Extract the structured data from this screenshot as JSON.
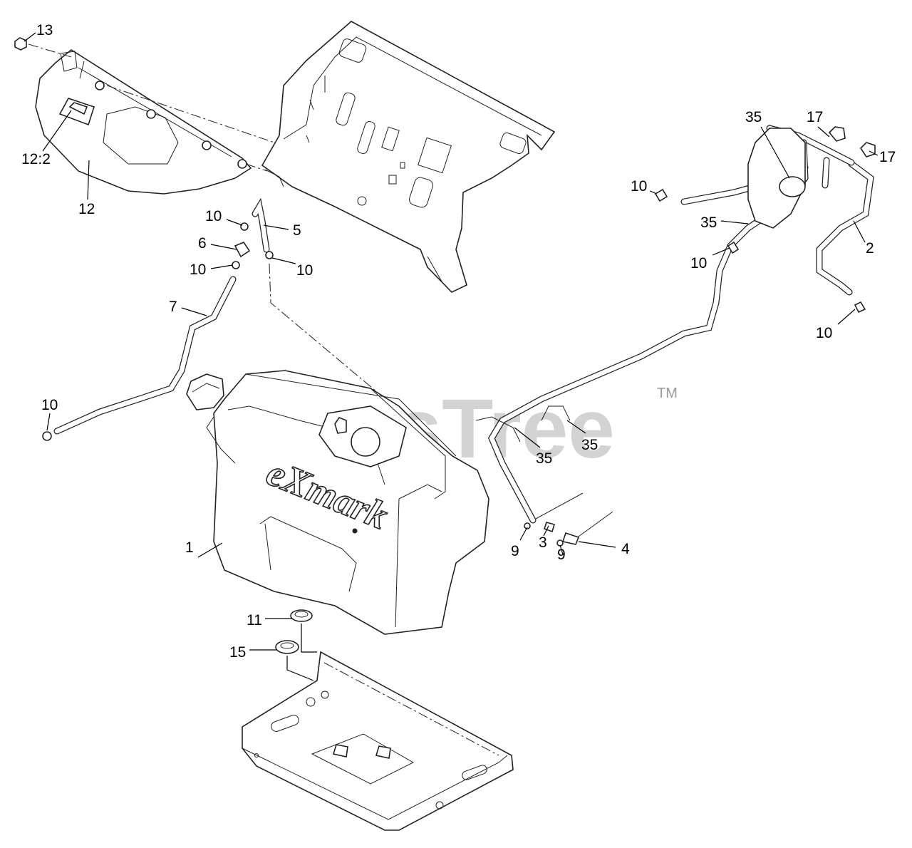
{
  "watermark": {
    "text": "PartsTree",
    "tm": "TM"
  },
  "brand_logo": "eXmark",
  "callouts": [
    {
      "id": "c13",
      "label": "13"
    },
    {
      "id": "c12-2",
      "label": "12:2"
    },
    {
      "id": "c12",
      "label": "12"
    },
    {
      "id": "c10a",
      "label": "10"
    },
    {
      "id": "c5",
      "label": "5"
    },
    {
      "id": "c6",
      "label": "6"
    },
    {
      "id": "c10b",
      "label": "10"
    },
    {
      "id": "c10c",
      "label": "10"
    },
    {
      "id": "c7",
      "label": "7"
    },
    {
      "id": "c10d",
      "label": "10"
    },
    {
      "id": "c1",
      "label": "1"
    },
    {
      "id": "c11",
      "label": "11"
    },
    {
      "id": "c15",
      "label": "15"
    },
    {
      "id": "c35a",
      "label": "35"
    },
    {
      "id": "c17a",
      "label": "17"
    },
    {
      "id": "c17b",
      "label": "17"
    },
    {
      "id": "c10e",
      "label": "10"
    },
    {
      "id": "c35b",
      "label": "35"
    },
    {
      "id": "c10f",
      "label": "10"
    },
    {
      "id": "c2",
      "label": "2"
    },
    {
      "id": "c10g",
      "label": "10"
    },
    {
      "id": "c35c",
      "label": "35"
    },
    {
      "id": "c35d",
      "label": "35"
    },
    {
      "id": "c9a",
      "label": "9"
    },
    {
      "id": "c3",
      "label": "3"
    },
    {
      "id": "c9b",
      "label": "9"
    },
    {
      "id": "c4",
      "label": "4"
    }
  ]
}
